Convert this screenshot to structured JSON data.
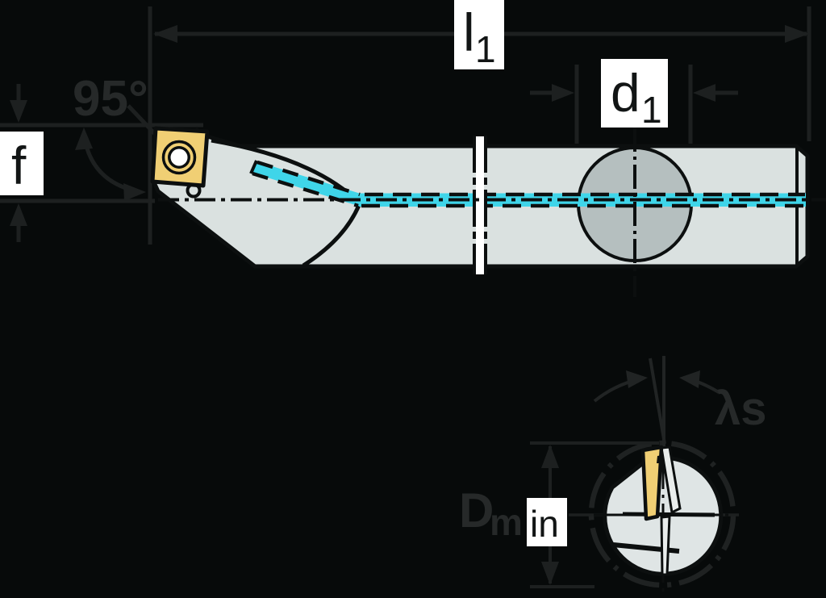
{
  "drawing": {
    "title": "Boring bar with screw-clamped insert — dimensioned technical drawing",
    "views": {
      "side_view": "Side view of boring bar with insert, coolant channel and shank section",
      "end_view": "End view in minimum bore with insert inclination"
    },
    "labels": {
      "overall_length": {
        "base": "l",
        "sub": "1"
      },
      "shank_diameter": {
        "base": "d",
        "sub": "1"
      },
      "edge_offset": "f",
      "entering_angle": "95°",
      "inclination_angle": "λs",
      "min_bore": {
        "base": "D",
        "sub_prefix": "m",
        "sub_boxed": "in"
      }
    },
    "colors": {
      "background": "#070a0a",
      "outline_black": "#0c0f0f",
      "dim_line_gray": "#1d2020",
      "dim_text_gray": "#262929",
      "body_gray": "#dae1e0",
      "end_body_gray": "#dfe5e5",
      "section_gray": "#b5bfbf",
      "coolant_cyan": "#3fd5e9",
      "insert_yellow": "#f0cf74",
      "label_box_white": "#ffffff"
    }
  }
}
